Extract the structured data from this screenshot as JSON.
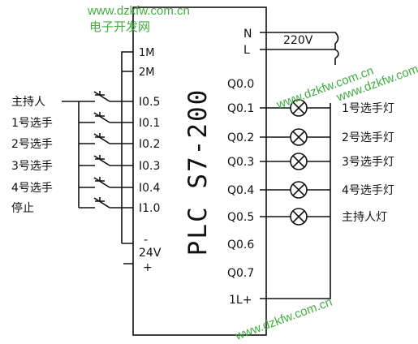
{
  "watermarks": {
    "top_url": "www.dzkfw.com.cn",
    "top_name": "电子开发网",
    "diag_1": "www.dzkfw.com.cn",
    "diag_2": "www.dzkfw.com.cn",
    "diag_3": "www.dzkfw.com.cn",
    "color": "#3fae3f"
  },
  "plc": {
    "model": "PLC S7-200",
    "power": {
      "n": "N",
      "l": "L",
      "voltage": "220V"
    },
    "common": {
      "m1": "1M",
      "m2": "2M"
    },
    "supply": {
      "minus": "-",
      "voltage": "24V",
      "plus": "+"
    },
    "inputs": [
      {
        "addr": "I0.5",
        "label": "主持人"
      },
      {
        "addr": "I0.1",
        "label": "1号选手"
      },
      {
        "addr": "I0.2",
        "label": "2号选手"
      },
      {
        "addr": "I0.3",
        "label": "3号选手"
      },
      {
        "addr": "I0.4",
        "label": "4号选手"
      },
      {
        "addr": "I1.0",
        "label": "停止"
      }
    ],
    "outputs": [
      {
        "addr": "Q0.0",
        "lamp": ""
      },
      {
        "addr": "Q0.1",
        "lamp": "1号选手灯"
      },
      {
        "addr": "Q0.2",
        "lamp": "2号选手灯"
      },
      {
        "addr": "Q0.3",
        "lamp": "3号选手灯"
      },
      {
        "addr": "Q0.4",
        "lamp": "4号选手灯"
      },
      {
        "addr": "Q0.5",
        "lamp": "主持人灯"
      },
      {
        "addr": "Q0.6",
        "lamp": ""
      },
      {
        "addr": "Q0.7",
        "lamp": ""
      }
    ],
    "out_common": "1L+"
  }
}
